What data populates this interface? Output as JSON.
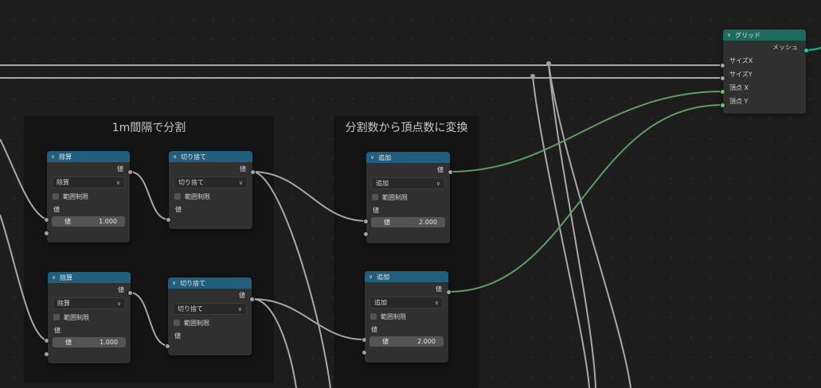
{
  "frames": {
    "frame1_title": "1m間隔で分割",
    "frame2_title": "分割数から頂点数に変換"
  },
  "nodes": {
    "divide1": {
      "title": "除算",
      "output": "値",
      "operation": "除算",
      "clamp": "範囲制限",
      "input_label": "値",
      "field_label": "値",
      "field_value": "1.000"
    },
    "divide2": {
      "title": "除算",
      "output": "値",
      "operation": "除算",
      "clamp": "範囲制限",
      "input_label": "値",
      "field_label": "値",
      "field_value": "1.000"
    },
    "floor1": {
      "title": "切り捨て",
      "output": "値",
      "operation": "切り捨て",
      "clamp": "範囲制限",
      "input_label": "値"
    },
    "floor2": {
      "title": "切り捨て",
      "output": "値",
      "operation": "切り捨て",
      "clamp": "範囲制限",
      "input_label": "値"
    },
    "add1": {
      "title": "追加",
      "output": "値",
      "operation": "追加",
      "clamp": "範囲制限",
      "input_label": "値",
      "field_label": "値",
      "field_value": "2.000"
    },
    "add2": {
      "title": "追加",
      "output": "値",
      "operation": "追加",
      "clamp": "範囲制限",
      "input_label": "値",
      "field_label": "値",
      "field_value": "2.000"
    },
    "grid": {
      "title": "グリッド",
      "output": "メッシュ",
      "size_x": "サイズX",
      "size_y": "サイズY",
      "vertices_x": "頂点 X",
      "vertices_y": "頂点 Y"
    }
  },
  "colors": {
    "math_header": "#225e7e",
    "geometry_header": "#1d6b5e",
    "float_wire": "#a8a8a8",
    "int_wire": "#5f9e63",
    "geometry_socket": "#00d6a3"
  }
}
